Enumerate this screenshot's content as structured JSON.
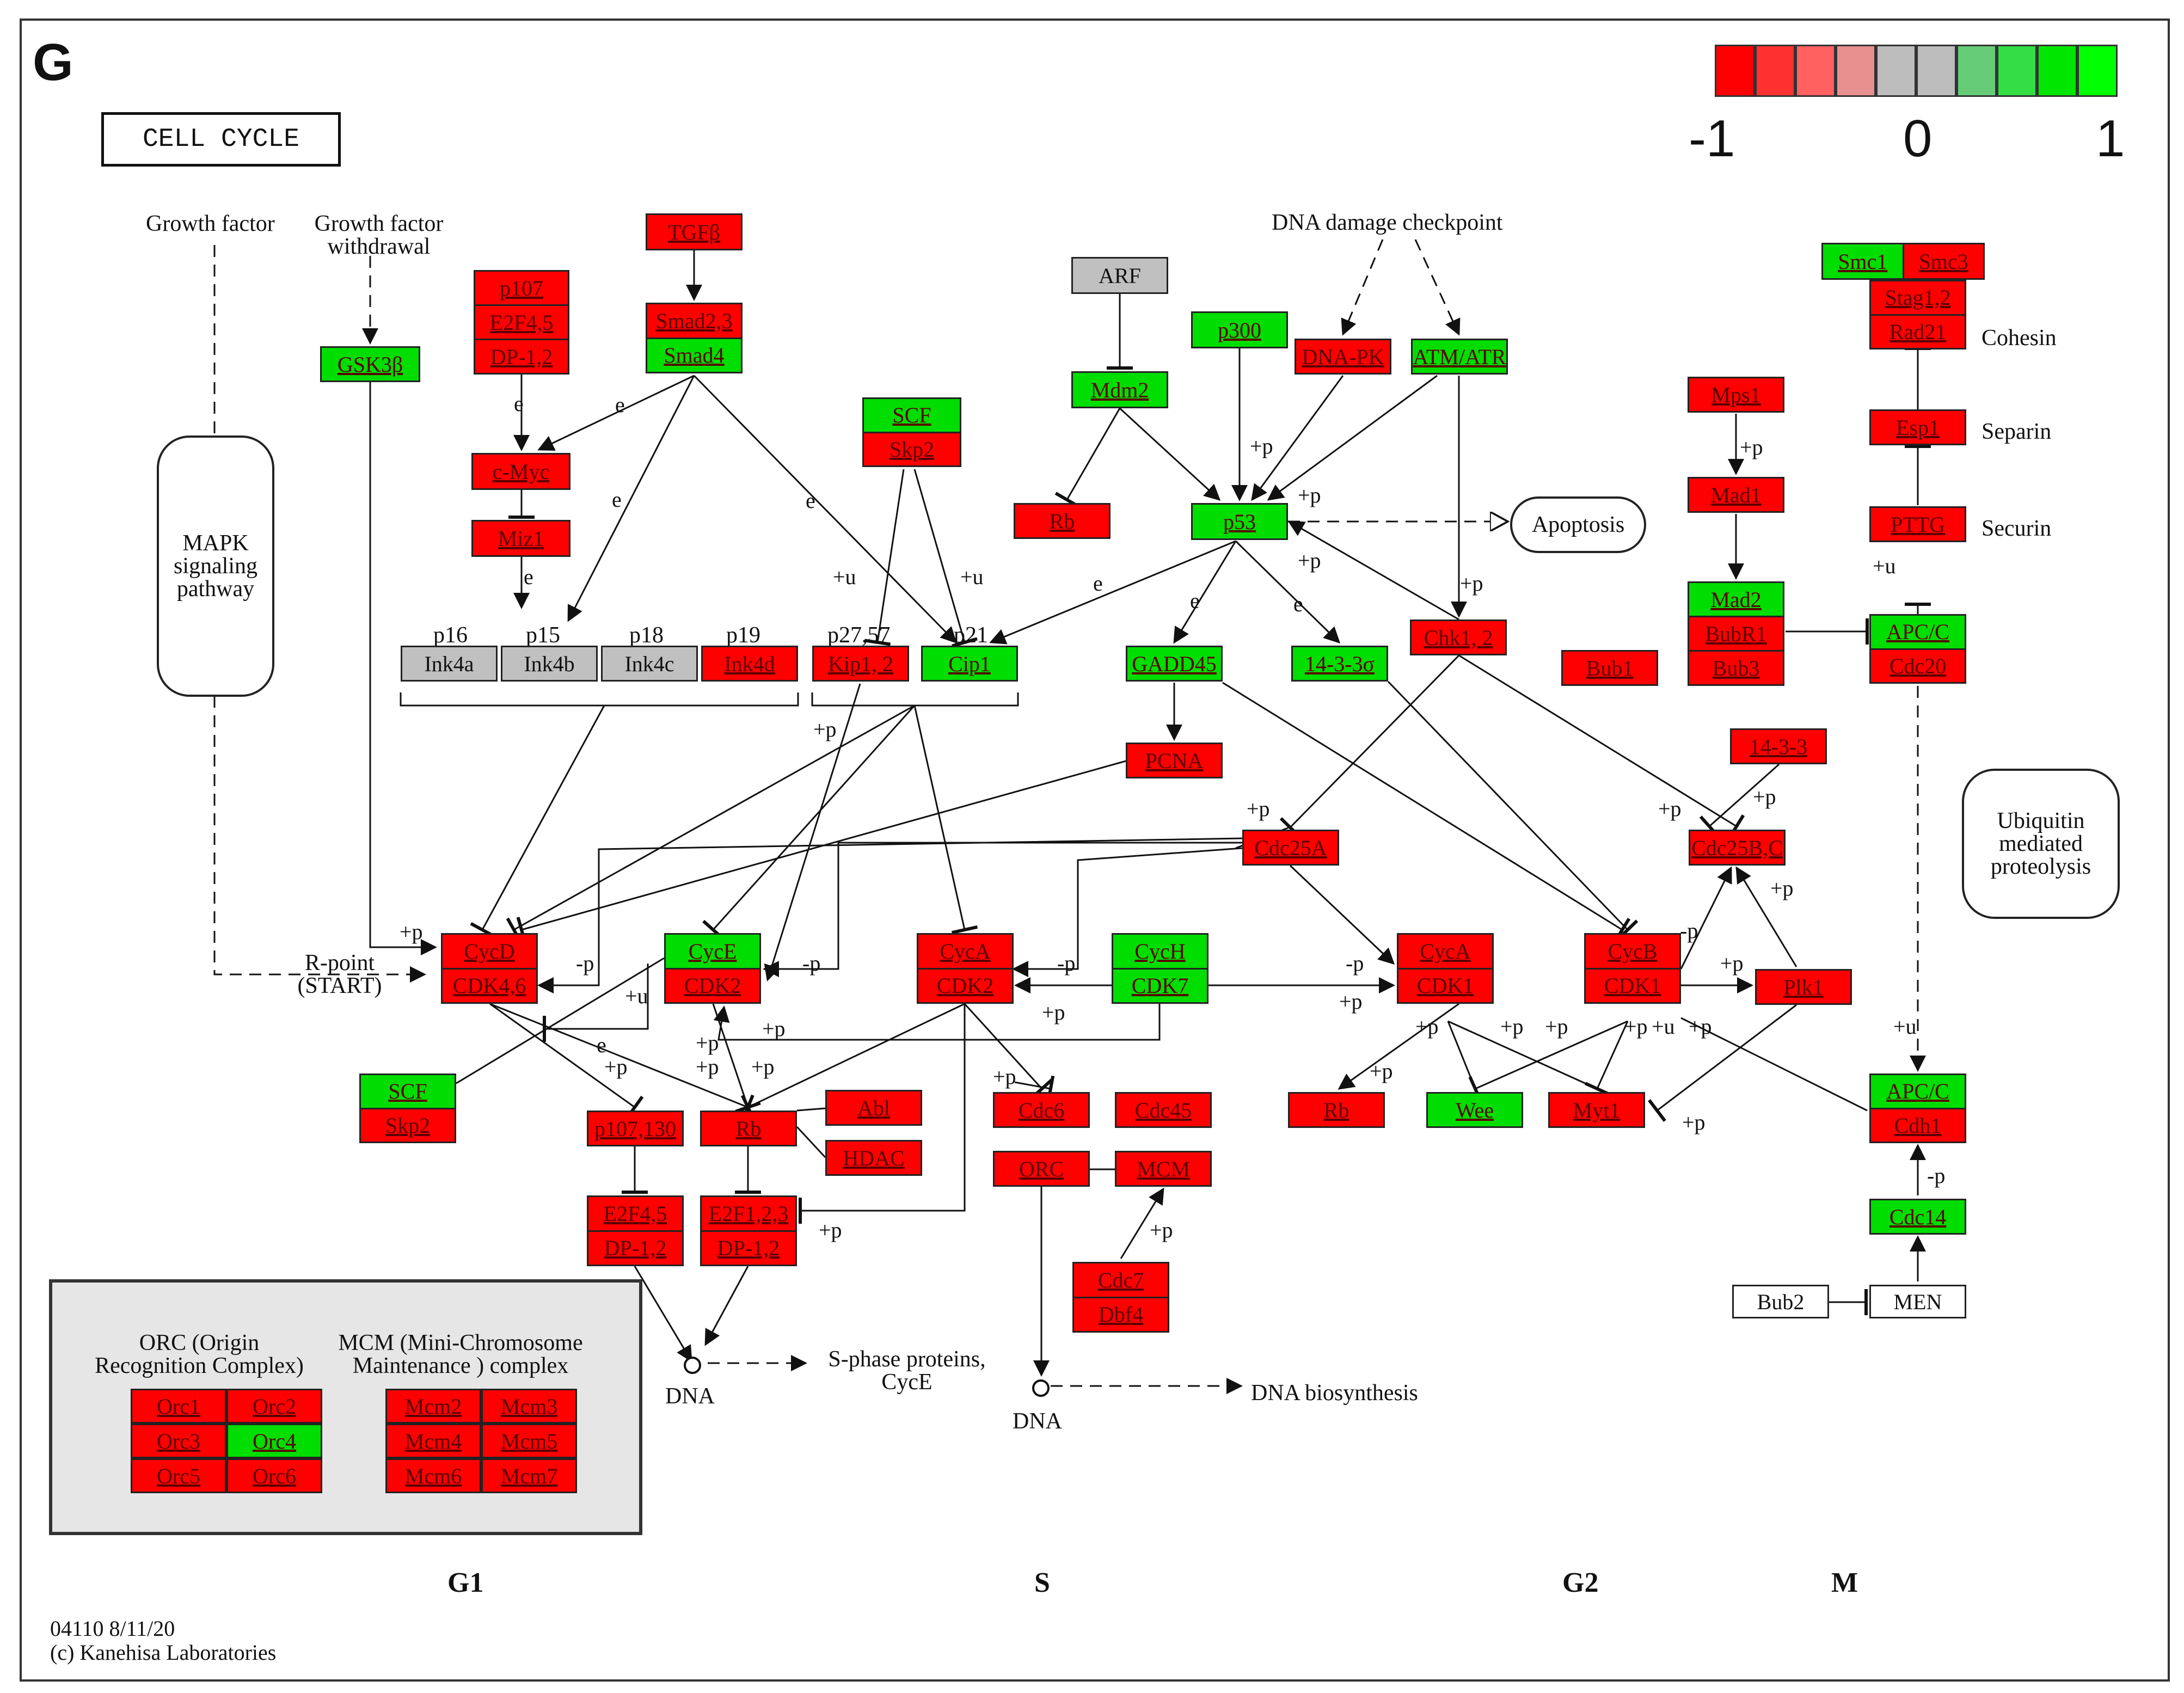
{
  "panel_letter": "G",
  "title": "CELL CYCLE",
  "colors": {
    "up": "#00dd00",
    "down": "#ff0000",
    "neutral": "#c0c0c0",
    "none": "#ffffff"
  },
  "scale": {
    "labels": [
      "-1",
      "0",
      "1"
    ],
    "swatches": [
      "#ff0000",
      "#ff3030",
      "#ff6060",
      "#e89090",
      "#bdbdbd",
      "#bdbdbd",
      "#66cc77",
      "#33dd44",
      "#00e600",
      "#00ff00"
    ]
  },
  "labels": [
    {
      "id": "growth-factor",
      "text": "Growth factor"
    },
    {
      "id": "growth-factor-withdrawal",
      "text": "Growth factor\nwithdrawal"
    },
    {
      "id": "dna-damage-checkpoint",
      "text": "DNA damage checkpoint"
    },
    {
      "id": "cohesin",
      "text": "Cohesin"
    },
    {
      "id": "separin",
      "text": "Separin"
    },
    {
      "id": "securin",
      "text": "Securin"
    },
    {
      "id": "p16",
      "text": "p16"
    },
    {
      "id": "p15",
      "text": "p15"
    },
    {
      "id": "p18",
      "text": "p18"
    },
    {
      "id": "p19",
      "text": "p19"
    },
    {
      "id": "p27-57",
      "text": "p27,57"
    },
    {
      "id": "p21",
      "text": "p21"
    },
    {
      "id": "r-point",
      "text": "R-point\n(START)"
    },
    {
      "id": "dna-1",
      "text": "DNA"
    },
    {
      "id": "dna-2",
      "text": "DNA"
    },
    {
      "id": "s-phase-proteins",
      "text": "S-phase proteins,\nCycE"
    },
    {
      "id": "dna-biosynthesis",
      "text": "DNA biosynthesis"
    }
  ],
  "rounded_boxes": [
    {
      "id": "mapk-pathway",
      "text": "MAPK\nsignaling\npathway"
    },
    {
      "id": "apoptosis",
      "text": "Apoptosis"
    },
    {
      "id": "ubiquitin-proteolysis",
      "text": "Ubiquitin\nmediated\nproteolysis"
    }
  ],
  "nodes": [
    {
      "id": "tgfb",
      "cells": [
        {
          "t": "TGFβ",
          "c": "red"
        }
      ]
    },
    {
      "id": "p107-e2f45-dp12",
      "cells": [
        {
          "t": "p107",
          "c": "red"
        },
        {
          "t": "E2F4,5",
          "c": "red"
        },
        {
          "t": "DP-1,2",
          "c": "red"
        }
      ]
    },
    {
      "id": "smad",
      "cells": [
        {
          "t": "Smad2,3",
          "c": "red"
        },
        {
          "t": "Smad4",
          "c": "green"
        }
      ]
    },
    {
      "id": "gsk3b",
      "cells": [
        {
          "t": "GSK3β",
          "c": "green"
        }
      ]
    },
    {
      "id": "cmyc",
      "cells": [
        {
          "t": "c-Myc",
          "c": "red"
        }
      ]
    },
    {
      "id": "miz1",
      "cells": [
        {
          "t": "Miz1",
          "c": "red"
        }
      ]
    },
    {
      "id": "scf-skp2-top",
      "cells": [
        {
          "t": "SCF",
          "c": "green"
        },
        {
          "t": "Skp2",
          "c": "red"
        }
      ]
    },
    {
      "id": "arf",
      "cells": [
        {
          "t": "ARF",
          "c": "grey"
        }
      ]
    },
    {
      "id": "mdm2",
      "cells": [
        {
          "t": "Mdm2",
          "c": "green"
        }
      ]
    },
    {
      "id": "rb-top",
      "cells": [
        {
          "t": "Rb",
          "c": "red"
        }
      ]
    },
    {
      "id": "p300",
      "cells": [
        {
          "t": "p300",
          "c": "green"
        }
      ]
    },
    {
      "id": "dnapk",
      "cells": [
        {
          "t": "DNA-PK",
          "c": "red"
        }
      ]
    },
    {
      "id": "atmatr",
      "cells": [
        {
          "t": "ATM/ATR",
          "c": "green"
        }
      ]
    },
    {
      "id": "p53",
      "cells": [
        {
          "t": "p53",
          "c": "green"
        }
      ]
    },
    {
      "id": "smc",
      "row": true,
      "cells": [
        {
          "t": "Smc1",
          "c": "green"
        },
        {
          "t": "Smc3",
          "c": "red"
        }
      ]
    },
    {
      "id": "stag-rad21",
      "cells": [
        {
          "t": "Stag1,2",
          "c": "red"
        },
        {
          "t": "Rad21",
          "c": "red"
        }
      ]
    },
    {
      "id": "mps1",
      "cells": [
        {
          "t": "Mps1",
          "c": "red"
        }
      ]
    },
    {
      "id": "esp1",
      "cells": [
        {
          "t": "Esp1",
          "c": "red"
        }
      ]
    },
    {
      "id": "mad1",
      "cells": [
        {
          "t": "Mad1",
          "c": "red"
        }
      ]
    },
    {
      "id": "pttg",
      "cells": [
        {
          "t": "PTTG",
          "c": "red"
        }
      ]
    },
    {
      "id": "ink4a",
      "cells": [
        {
          "t": "Ink4a",
          "c": "grey"
        }
      ]
    },
    {
      "id": "ink4b",
      "cells": [
        {
          "t": "Ink4b",
          "c": "grey"
        }
      ]
    },
    {
      "id": "ink4c",
      "cells": [
        {
          "t": "Ink4c",
          "c": "grey"
        }
      ]
    },
    {
      "id": "ink4d",
      "cells": [
        {
          "t": "Ink4d",
          "c": "red"
        }
      ]
    },
    {
      "id": "kip12",
      "cells": [
        {
          "t": "Kip1, 2",
          "c": "red"
        }
      ]
    },
    {
      "id": "cip1",
      "cells": [
        {
          "t": "Cip1",
          "c": "green"
        }
      ]
    },
    {
      "id": "gadd45",
      "cells": [
        {
          "t": "GADD45",
          "c": "green"
        }
      ]
    },
    {
      "id": "s1433s",
      "cells": [
        {
          "t": "14-3-3σ",
          "c": "green"
        }
      ]
    },
    {
      "id": "chk12",
      "cells": [
        {
          "t": "Chk1, 2",
          "c": "red"
        }
      ]
    },
    {
      "id": "mad2-bubr1-bub3",
      "cells": [
        {
          "t": "Mad2",
          "c": "green"
        },
        {
          "t": "BubR1",
          "c": "red"
        },
        {
          "t": "Bub3",
          "c": "red"
        }
      ]
    },
    {
      "id": "bub1",
      "cells": [
        {
          "t": "Bub1",
          "c": "red"
        }
      ]
    },
    {
      "id": "apcc-cdc20",
      "cells": [
        {
          "t": "APC/C",
          "c": "green"
        },
        {
          "t": "Cdc20",
          "c": "red"
        }
      ]
    },
    {
      "id": "pcna",
      "cells": [
        {
          "t": "PCNA",
          "c": "red"
        }
      ]
    },
    {
      "id": "s1433",
      "cells": [
        {
          "t": "14-3-3",
          "c": "red"
        }
      ]
    },
    {
      "id": "cdc25a",
      "cells": [
        {
          "t": "Cdc25A",
          "c": "red"
        }
      ]
    },
    {
      "id": "cdc25bc",
      "cells": [
        {
          "t": "Cdc25B,C",
          "c": "red"
        }
      ]
    },
    {
      "id": "cycd-cdk46",
      "cells": [
        {
          "t": "CycD",
          "c": "red"
        },
        {
          "t": "CDK4,6",
          "c": "red"
        }
      ]
    },
    {
      "id": "cyce-cdk2",
      "cells": [
        {
          "t": "CycE",
          "c": "green"
        },
        {
          "t": "CDK2",
          "c": "red"
        }
      ]
    },
    {
      "id": "cyca-cdk2",
      "cells": [
        {
          "t": "CycA",
          "c": "red"
        },
        {
          "t": "CDK2",
          "c": "red"
        }
      ]
    },
    {
      "id": "cych-cdk7",
      "cells": [
        {
          "t": "CycH",
          "c": "green"
        },
        {
          "t": "CDK7",
          "c": "green"
        }
      ]
    },
    {
      "id": "cyca-cdk1",
      "cells": [
        {
          "t": "CycA",
          "c": "red"
        },
        {
          "t": "CDK1",
          "c": "red"
        }
      ]
    },
    {
      "id": "cycb-cdk1",
      "cells": [
        {
          "t": "CycB",
          "c": "red"
        },
        {
          "t": "CDK1",
          "c": "red"
        }
      ]
    },
    {
      "id": "plk1",
      "cells": [
        {
          "t": "Plk1",
          "c": "red"
        }
      ]
    },
    {
      "id": "scf-skp2-bottom",
      "cells": [
        {
          "t": "SCF",
          "c": "green"
        },
        {
          "t": "Skp2",
          "c": "red"
        }
      ]
    },
    {
      "id": "p107130",
      "cells": [
        {
          "t": "p107,130",
          "c": "red"
        }
      ]
    },
    {
      "id": "rb-mid",
      "cells": [
        {
          "t": "Rb",
          "c": "red"
        }
      ]
    },
    {
      "id": "abl",
      "cells": [
        {
          "t": "Abl",
          "c": "red"
        }
      ]
    },
    {
      "id": "hdac",
      "cells": [
        {
          "t": "HDAC",
          "c": "red"
        }
      ]
    },
    {
      "id": "cdc6",
      "cells": [
        {
          "t": "Cdc6",
          "c": "red"
        }
      ]
    },
    {
      "id": "cdc45",
      "cells": [
        {
          "t": "Cdc45",
          "c": "red"
        }
      ]
    },
    {
      "id": "rb-g2",
      "cells": [
        {
          "t": "Rb",
          "c": "red"
        }
      ]
    },
    {
      "id": "wee",
      "cells": [
        {
          "t": "Wee",
          "c": "green"
        }
      ]
    },
    {
      "id": "myt1",
      "cells": [
        {
          "t": "Myt1",
          "c": "red"
        }
      ]
    },
    {
      "id": "apcc-cdh1",
      "cells": [
        {
          "t": "APC/C",
          "c": "green"
        },
        {
          "t": "Cdh1",
          "c": "red"
        }
      ]
    },
    {
      "id": "orc",
      "cells": [
        {
          "t": "ORC",
          "c": "red"
        }
      ]
    },
    {
      "id": "mcm",
      "cells": [
        {
          "t": "MCM",
          "c": "red"
        }
      ]
    },
    {
      "id": "e2f45-dp12",
      "cells": [
        {
          "t": "E2F4,5",
          "c": "red"
        },
        {
          "t": "DP-1,2",
          "c": "red"
        }
      ]
    },
    {
      "id": "e2f123-dp12",
      "cells": [
        {
          "t": "E2F1,2,3",
          "c": "red"
        },
        {
          "t": "DP-1,2",
          "c": "red"
        }
      ]
    },
    {
      "id": "cdc14",
      "cells": [
        {
          "t": "Cdc14",
          "c": "green"
        }
      ]
    },
    {
      "id": "cdc7-dbf4",
      "cells": [
        {
          "t": "Cdc7",
          "c": "red"
        },
        {
          "t": "Dbf4",
          "c": "red"
        }
      ]
    },
    {
      "id": "bub2",
      "cells": [
        {
          "t": "Bub2",
          "c": "white"
        }
      ]
    },
    {
      "id": "men",
      "cells": [
        {
          "t": "MEN",
          "c": "white"
        }
      ]
    }
  ],
  "signs": [
    {
      "id": "s1",
      "text": "e"
    },
    {
      "id": "s2",
      "text": "e"
    },
    {
      "id": "s3",
      "text": "e"
    },
    {
      "id": "s4",
      "text": "e"
    },
    {
      "id": "s5",
      "text": "e"
    },
    {
      "id": "s6",
      "text": "e"
    },
    {
      "id": "s7",
      "text": "e"
    },
    {
      "id": "s8",
      "text": "e"
    },
    {
      "id": "s9",
      "text": "+p"
    },
    {
      "id": "s10",
      "text": "+p"
    },
    {
      "id": "s11",
      "text": "+p"
    },
    {
      "id": "s12",
      "text": "+p"
    },
    {
      "id": "s13",
      "text": "+u"
    },
    {
      "id": "s14",
      "text": "+u"
    },
    {
      "id": "s15",
      "text": "+p"
    },
    {
      "id": "s16",
      "text": "+p"
    },
    {
      "id": "s17",
      "text": "+u"
    },
    {
      "id": "s18",
      "text": "+p"
    },
    {
      "id": "s19",
      "text": "+p"
    },
    {
      "id": "s20",
      "text": "+p"
    },
    {
      "id": "s21",
      "text": "-p"
    },
    {
      "id": "s22",
      "text": "+p"
    },
    {
      "id": "s23",
      "text": "+u"
    },
    {
      "id": "s24",
      "text": "-p"
    },
    {
      "id": "s25",
      "text": "-p"
    },
    {
      "id": "s26",
      "text": "+p"
    },
    {
      "id": "s27",
      "text": "+p"
    },
    {
      "id": "s28",
      "text": "-p"
    },
    {
      "id": "s29",
      "text": "+p"
    },
    {
      "id": "s30",
      "text": "-p"
    },
    {
      "id": "s31",
      "text": "+p"
    },
    {
      "id": "s32",
      "text": "+p"
    },
    {
      "id": "s33",
      "text": "+p"
    },
    {
      "id": "s34",
      "text": "+p"
    },
    {
      "id": "s35",
      "text": "+p"
    },
    {
      "id": "s36",
      "text": "+p"
    },
    {
      "id": "s37",
      "text": "+p"
    },
    {
      "id": "s38",
      "text": "+p"
    },
    {
      "id": "s39",
      "text": "+p"
    },
    {
      "id": "s40",
      "text": "+p"
    },
    {
      "id": "s41",
      "text": "+p"
    },
    {
      "id": "s42",
      "text": "+u"
    },
    {
      "id": "s43",
      "text": "+p"
    },
    {
      "id": "s44",
      "text": "-p"
    },
    {
      "id": "s45",
      "text": "+p"
    },
    {
      "id": "s46",
      "text": "+p"
    },
    {
      "id": "s47",
      "text": "+p"
    },
    {
      "id": "s48",
      "text": "+p"
    },
    {
      "id": "s49",
      "text": "e"
    },
    {
      "id": "s50",
      "text": "+u"
    }
  ],
  "legend": {
    "orc_title": "ORC (Origin\nRecognition Complex)",
    "mcm_title": "MCM (Mini-Chromosome\nMaintenance ) complex",
    "orc_grid": [
      [
        {
          "t": "Orc1",
          "c": "red"
        },
        {
          "t": "Orc2",
          "c": "red"
        }
      ],
      [
        {
          "t": "Orc3",
          "c": "red"
        },
        {
          "t": "Orc4",
          "c": "green"
        }
      ],
      [
        {
          "t": "Orc5",
          "c": "red"
        },
        {
          "t": "Orc6",
          "c": "red"
        }
      ]
    ],
    "mcm_grid": [
      [
        {
          "t": "Mcm2",
          "c": "red"
        },
        {
          "t": "Mcm3",
          "c": "red"
        }
      ],
      [
        {
          "t": "Mcm4",
          "c": "red"
        },
        {
          "t": "Mcm5",
          "c": "red"
        }
      ],
      [
        {
          "t": "Mcm6",
          "c": "red"
        },
        {
          "t": "Mcm7",
          "c": "red"
        }
      ]
    ]
  },
  "phases": [
    "G1",
    "S",
    "G2",
    "M"
  ],
  "footer": {
    "line1": "04110 8/11/20",
    "line2": "(c) Kanehisa Laboratories"
  }
}
